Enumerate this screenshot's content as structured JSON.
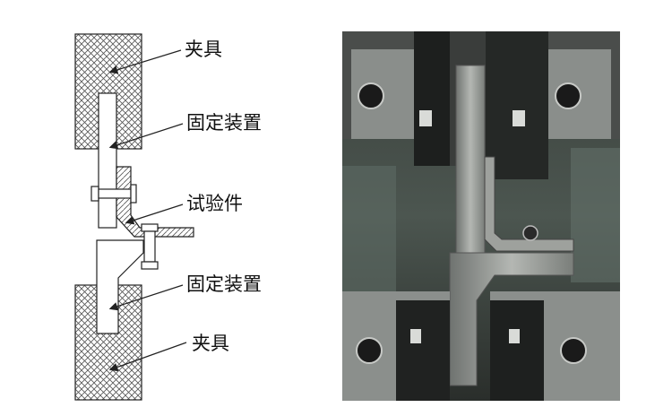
{
  "labels": {
    "clamp_top": "夹具",
    "fixture_top": "固定装置",
    "specimen": "试验件",
    "fixture_bottom": "固定装置",
    "clamp_bottom": "夹具"
  },
  "colors": {
    "line": "#222222",
    "hatch": "#555555",
    "photo_bg": "#2b2f2c",
    "metal": "#9a9d9a"
  }
}
